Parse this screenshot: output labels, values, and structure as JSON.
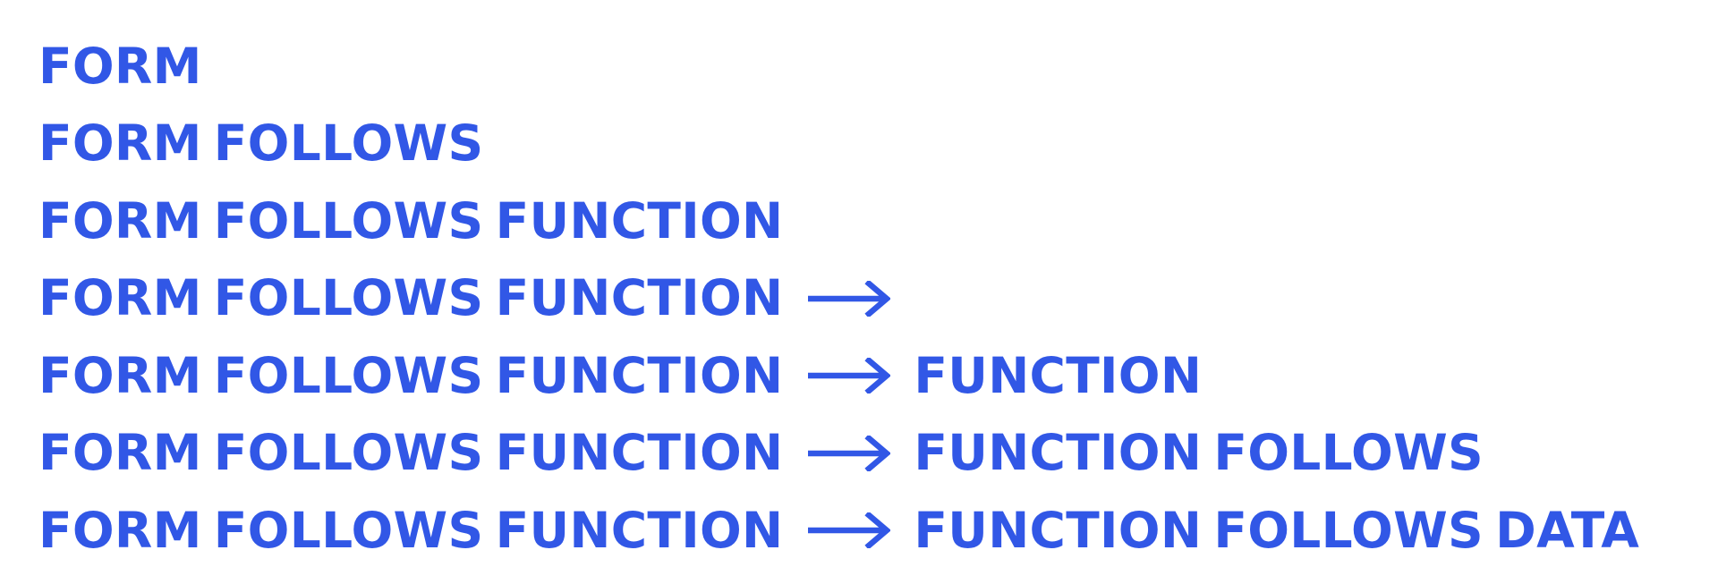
{
  "lines": [
    {
      "left": [
        "FORM"
      ],
      "arrow": false,
      "right": []
    },
    {
      "left": [
        "FORM",
        "FOLLOWS"
      ],
      "arrow": false,
      "right": []
    },
    {
      "left": [
        "FORM",
        "FOLLOWS",
        "FUNCTION"
      ],
      "arrow": false,
      "right": []
    },
    {
      "left": [
        "FORM",
        "FOLLOWS",
        "FUNCTION"
      ],
      "arrow": true,
      "right": []
    },
    {
      "left": [
        "FORM",
        "FOLLOWS",
        "FUNCTION"
      ],
      "arrow": true,
      "right": [
        "FUNCTION"
      ]
    },
    {
      "left": [
        "FORM",
        "FOLLOWS",
        "FUNCTION"
      ],
      "arrow": true,
      "right": [
        "FUNCTION",
        "FOLLOWS"
      ]
    },
    {
      "left": [
        "FORM",
        "FOLLOWS",
        "FUNCTION"
      ],
      "arrow": true,
      "right": [
        "FUNCTION",
        "FOLLOWS",
        "DATA"
      ]
    }
  ],
  "colors": {
    "text": "#3157e6",
    "background": "#ffffff"
  },
  "icons": {
    "arrow": "right-arrow-icon"
  }
}
